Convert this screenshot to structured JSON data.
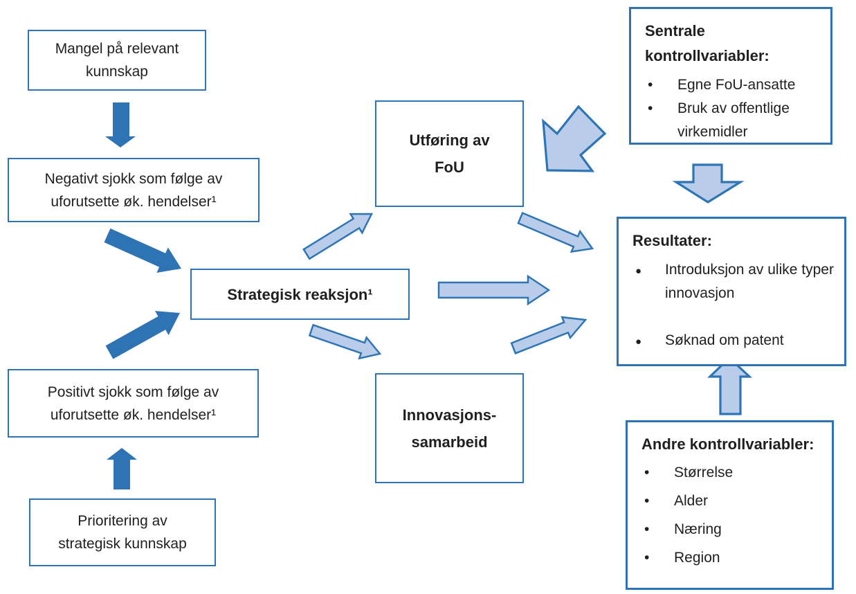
{
  "colors": {
    "box_border": "#2e74b5",
    "solid_arrow": "#2e74b5",
    "light_arrow_fill": "#b9cce9",
    "light_arrow_stroke": "#2e75b6",
    "text": "#1f1f1f",
    "background": "#ffffff"
  },
  "boxes": {
    "mangel": {
      "lines": [
        "Mangel på relevant",
        "kunnskap"
      ]
    },
    "negativt": {
      "lines": [
        "Negativt sjokk som følge av",
        "uforutsette øk. hendelser¹"
      ]
    },
    "positivt": {
      "lines": [
        "Positivt sjokk som følge av",
        "uforutsette øk. hendelser¹"
      ]
    },
    "prioritering": {
      "lines": [
        "Prioritering av",
        "strategisk kunnskap"
      ]
    },
    "strategisk": {
      "lines": [
        "Strategisk reaksjon¹"
      ]
    },
    "utforing": {
      "lines": [
        "Utføring av",
        "FoU"
      ]
    },
    "innovasjon": {
      "lines": [
        "Innovasjons-",
        "samarbeid"
      ]
    }
  },
  "panels": {
    "sentrale": {
      "title": "Sentrale kontrollvariabler:",
      "items": [
        "Egne FoU-ansatte",
        "Bruk av offentlige virkemidler"
      ]
    },
    "resultater": {
      "title": "Resultater:",
      "items": [
        "Introduksjon av ulike typer innovasjon",
        "Søknad om patent"
      ]
    },
    "andre": {
      "title": "Andre kontrollvariabler:",
      "items": [
        "Størrelse",
        "Alder",
        "Næring",
        "Region"
      ]
    }
  }
}
